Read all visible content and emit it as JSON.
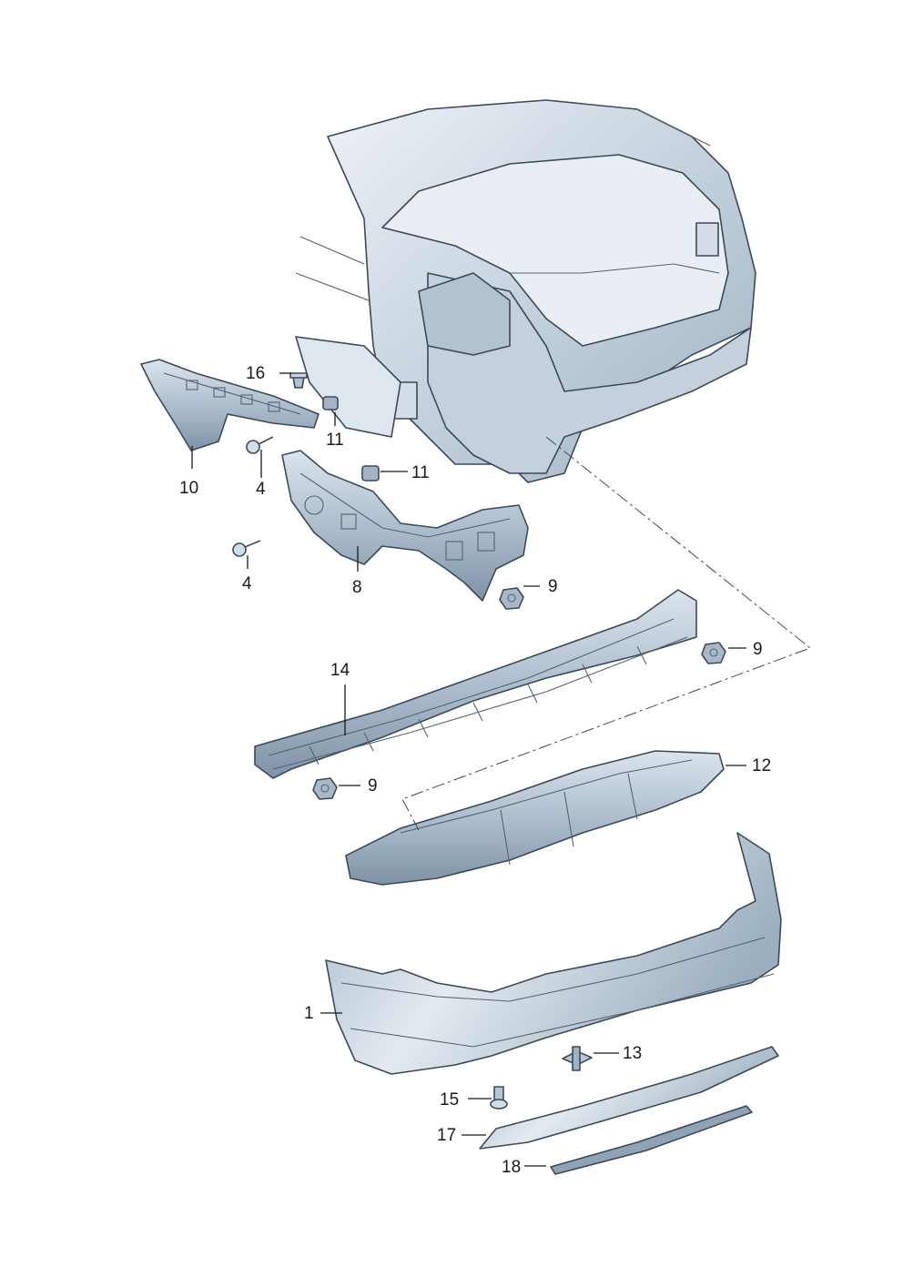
{
  "callouts": [
    {
      "id": "c16",
      "label": "16"
    },
    {
      "id": "c11a",
      "label": "11"
    },
    {
      "id": "c10",
      "label": "10"
    },
    {
      "id": "c4a",
      "label": "4"
    },
    {
      "id": "c11b",
      "label": "11"
    },
    {
      "id": "c4b",
      "label": "4"
    },
    {
      "id": "c8",
      "label": "8"
    },
    {
      "id": "c9a",
      "label": "9"
    },
    {
      "id": "c9b",
      "label": "9"
    },
    {
      "id": "c14",
      "label": "14"
    },
    {
      "id": "c9c",
      "label": "9"
    },
    {
      "id": "c12",
      "label": "12"
    },
    {
      "id": "c1",
      "label": "1"
    },
    {
      "id": "c13",
      "label": "13"
    },
    {
      "id": "c15",
      "label": "15"
    },
    {
      "id": "c17",
      "label": "17"
    },
    {
      "id": "c18",
      "label": "18"
    }
  ],
  "colors": {
    "part_fill": "#b7c6d4",
    "part_light": "#dfe7ee",
    "part_dark": "#7f93a6",
    "outline": "#3a4a5a"
  }
}
